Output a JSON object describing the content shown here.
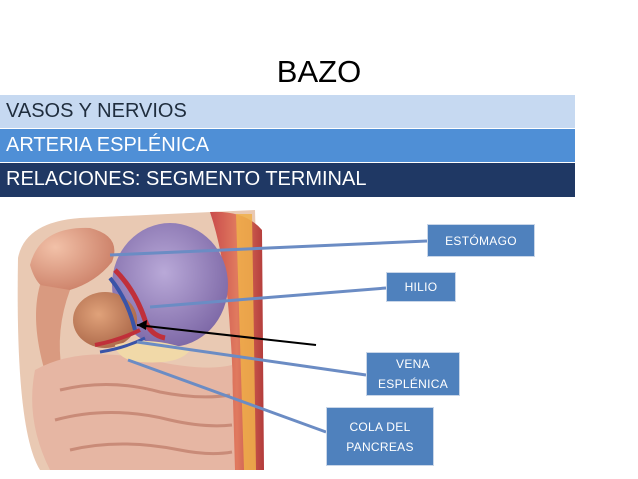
{
  "slide": {
    "title": "BAZO",
    "bands": [
      "VASOS Y NERVIOS",
      "ARTERIA ESPLÉNICA",
      "RELACIONES: SEGMENTO TERMINAL"
    ],
    "labels": {
      "estomago": "ESTÓMAGO",
      "hilio": "HILIO",
      "vena_line1": "VENA",
      "vena_line2": "ESPLÉNICA",
      "cola_line1": "COLA DEL",
      "cola_line2": "PANCREAS"
    }
  },
  "colors": {
    "band_light": "#c6d9f1",
    "band_medium": "#4f8fd6",
    "band_dark": "#1f3864",
    "label_fill": "#4f81bd"
  }
}
